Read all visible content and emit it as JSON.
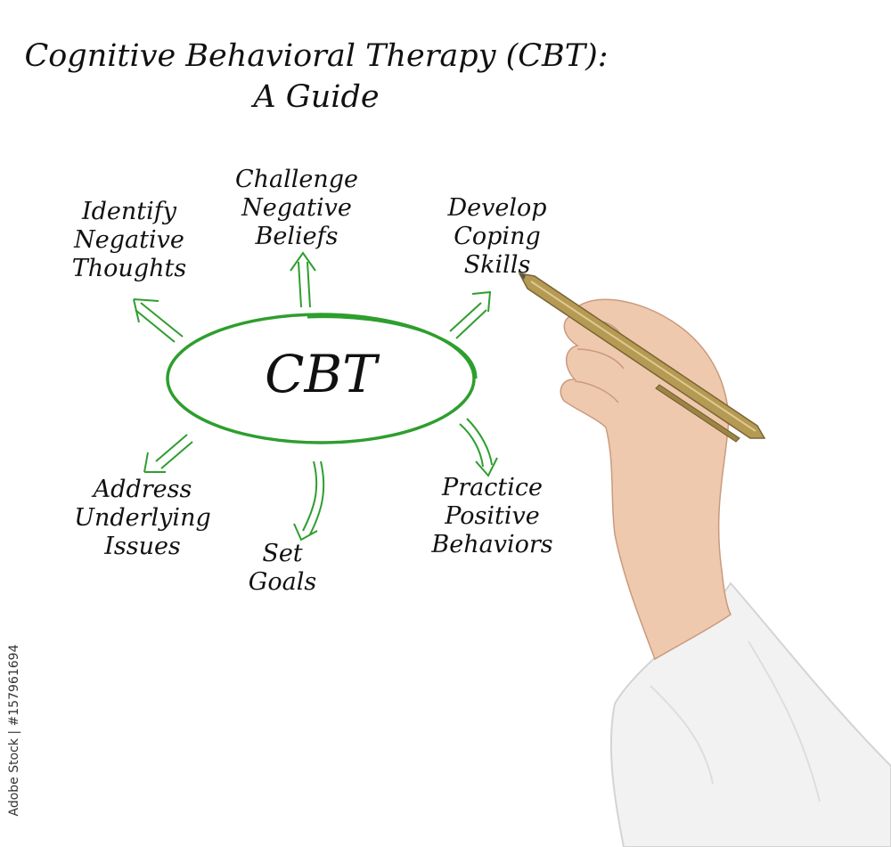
{
  "title": {
    "line1": "Cognitive Behavioral Therapy (CBT):",
    "line2": "A Guide"
  },
  "center": {
    "label": "CBT",
    "ring_color": "#2e9e2e"
  },
  "nodes": {
    "identify": [
      "Identify",
      "Negative",
      "Thoughts"
    ],
    "challenge": [
      "Challenge",
      "Negative",
      "Beliefs"
    ],
    "develop": [
      "Develop",
      "Coping",
      "Skills"
    ],
    "address": [
      "Address",
      "Underlying",
      "Issues"
    ],
    "goals": [
      "Set",
      "Goals"
    ],
    "practice": [
      "Practice",
      "Positive",
      "Behaviors"
    ]
  },
  "arrow_color": "#2e9e2e",
  "watermark": "Adobe Stock | #157961694",
  "illustration": {
    "hand": "hand-holding-pen",
    "pen_color": "#b59a55",
    "sleeve_color": "#f2f2f2",
    "skin_color": "#efc9ad"
  }
}
